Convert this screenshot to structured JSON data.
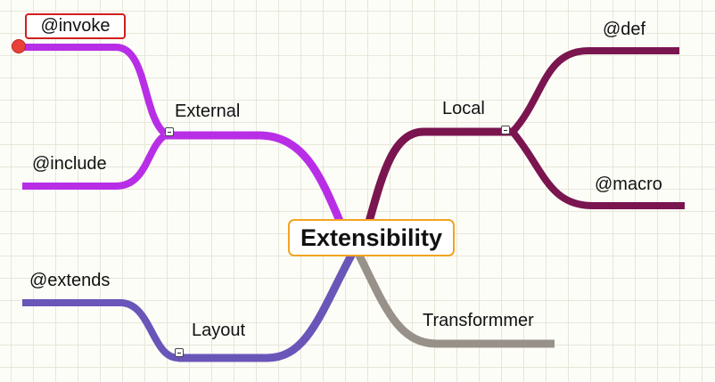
{
  "root": {
    "label": "Extensibility",
    "border_color": "#f2a420"
  },
  "branches": {
    "external": {
      "label": "External",
      "color": "#b82ee6",
      "children": [
        {
          "label": "@invoke",
          "selected": true
        },
        {
          "label": "@include"
        }
      ]
    },
    "layout": {
      "label": "Layout",
      "color": "#6a55b9",
      "children": [
        {
          "label": "@extends"
        }
      ]
    },
    "local": {
      "label": "Local",
      "color": "#7a1550",
      "children": [
        {
          "label": "@def"
        },
        {
          "label": "@macro"
        }
      ]
    },
    "transformmer": {
      "label": "Transformmer",
      "color": "#98918a"
    }
  },
  "selection": {
    "border_color": "#d11f1f",
    "handle_color": "#e8413a"
  },
  "icons": {
    "collapse": "minus-box-icon",
    "drag_handle": "red-dot-icon"
  }
}
